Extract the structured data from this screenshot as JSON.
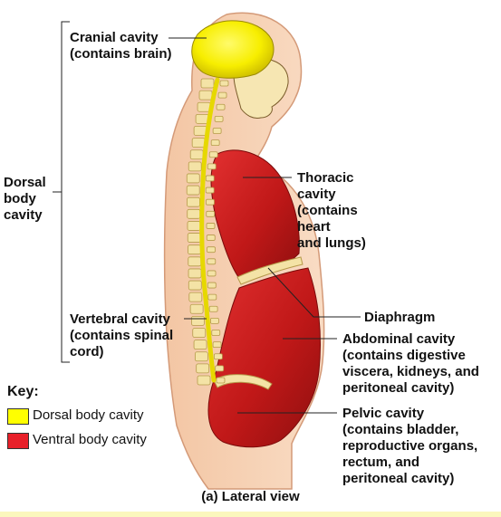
{
  "labels": {
    "cranial": [
      "Cranial cavity",
      "(contains brain)"
    ],
    "dorsal": [
      "Dorsal",
      "body",
      "cavity"
    ],
    "vertebral": [
      "Vertebral cavity",
      "(contains spinal",
      "cord)"
    ],
    "thoracic": [
      "Thoracic",
      "cavity",
      "(contains",
      "heart",
      "and lungs)"
    ],
    "diaphragm": "Diaphragm",
    "abdominal": [
      "Abdominal cavity",
      "(contains digestive",
      "viscera, kidneys, and",
      "peritoneal cavity)"
    ],
    "pelvic": [
      "Pelvic cavity",
      "(contains bladder,",
      "reproductive organs,",
      "rectum, and",
      "peritoneal cavity)"
    ]
  },
  "key": {
    "title": "Key:",
    "items": [
      {
        "label": "Dorsal body cavity",
        "color": "#ffff00"
      },
      {
        "label": "Ventral body cavity",
        "color": "#e8202a"
      }
    ]
  },
  "caption": "(a) Lateral view",
  "colors": {
    "skin": "#f7d2b5",
    "skin_outline": "#d49a78",
    "bone": "#f4e3a6",
    "dorsal": "#ffff00",
    "ventral": "#cc1c1c",
    "band": "#fbf7bd"
  }
}
